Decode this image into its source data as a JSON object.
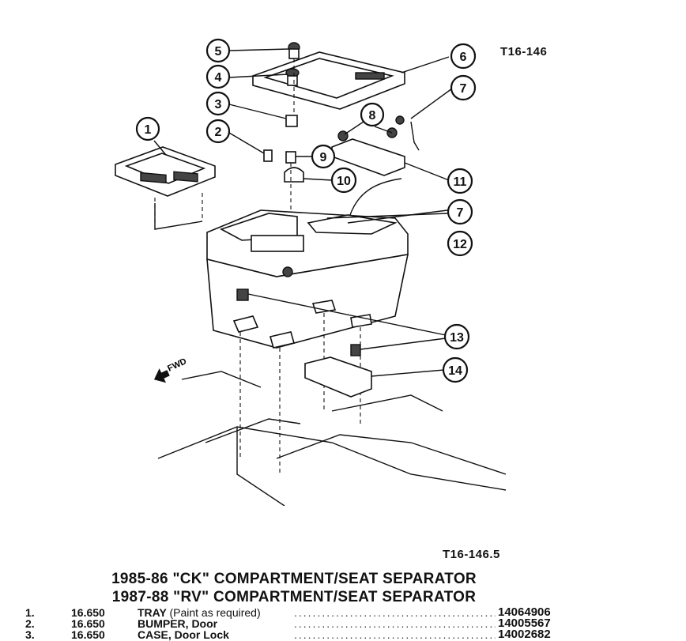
{
  "figure": {
    "code_top": "T16-146",
    "code_bottom": "T16-146.5",
    "fwd_label": "FWD",
    "callouts": [
      "1",
      "2",
      "3",
      "4",
      "5",
      "6",
      "7",
      "8",
      "9",
      "10",
      "11",
      "7",
      "12",
      "13",
      "14"
    ]
  },
  "titles": {
    "line1": "1985-86 \"CK\" COMPARTMENT/SEAT SEPARATOR",
    "line2": "1987-88 \"RV\" COMPARTMENT/SEAT SEPARATOR"
  },
  "parts": [
    {
      "num": "1.",
      "group": "16.650",
      "desc": "TRAY",
      "note": "(Paint as required)",
      "part_no": "14064906"
    },
    {
      "num": "2.",
      "group": "16.650",
      "desc": "BUMPER, Door",
      "note": "",
      "part_no": "14005567"
    },
    {
      "num": "3.",
      "group": "16.650",
      "desc": "CASE, Door Lock",
      "note": "",
      "part_no": "14002682"
    }
  ],
  "dots": "............................................................"
}
